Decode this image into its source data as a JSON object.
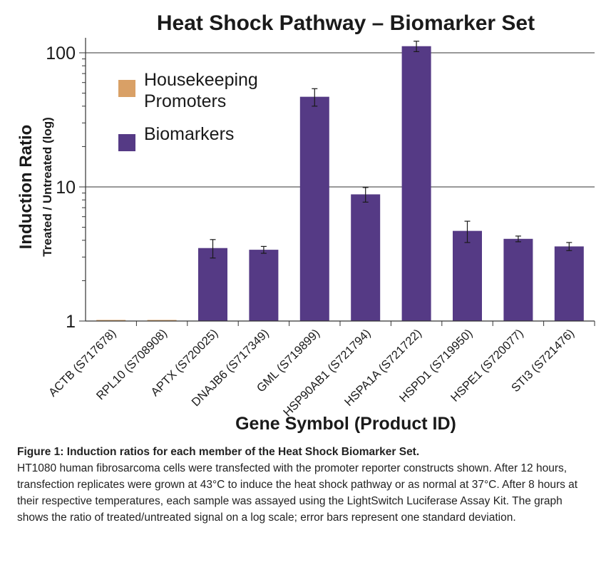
{
  "chart_data": {
    "type": "bar",
    "title": "Heat Shock Pathway – Biomarker Set",
    "xlabel": "Gene Symbol (Product ID)",
    "ylabel": "Induction Ratio",
    "ylabel_sub": "Treated / Untreated (log)",
    "yscale": "log",
    "ylim": [
      1,
      120
    ],
    "yticks": [
      1,
      10,
      100
    ],
    "ytick_labels": [
      "1",
      "10",
      "100"
    ],
    "grid": "horizontal at 10 and 100",
    "legend_position": "top-left",
    "legend": [
      {
        "label_lines": [
          "Housekeeping",
          "Promoters"
        ],
        "color": "#d9a066"
      },
      {
        "label_lines": [
          "Biomarkers"
        ],
        "color": "#553a85"
      }
    ],
    "categories": [
      "ACTB (S717678)",
      "RPL10 (S708908)",
      "APTX (S720025)",
      "DNAJB6 (S717349)",
      "GML (S719899)",
      "HSP90AB1  (S721794)",
      "HSPA1A (S721722)",
      "HSPD1 (S719950)",
      "HSPE1 (S720077)",
      "STI3 (S721476)"
    ],
    "series": [
      {
        "name": "Housekeeping Promoters",
        "color": "#d9a066",
        "values": [
          1.0,
          1.0,
          null,
          null,
          null,
          null,
          null,
          null,
          null,
          null
        ],
        "error": [
          null,
          null,
          null,
          null,
          null,
          null,
          null,
          null,
          null,
          null
        ]
      },
      {
        "name": "Biomarkers",
        "color": "#553a85",
        "values": [
          null,
          null,
          3.5,
          3.4,
          47,
          8.8,
          112,
          4.7,
          4.1,
          3.6
        ],
        "error": [
          null,
          null,
          0.55,
          0.2,
          7,
          1.1,
          10,
          0.85,
          0.2,
          0.25
        ]
      }
    ]
  },
  "caption": {
    "title": "Figure 1:  Induction ratios for each member of the Heat Shock Biomarker Set.",
    "body": "HT1080 human fibrosarcoma cells were transfected with the promoter reporter constructs shown. After 12 hours, transfection replicates were grown at 43°C to induce the heat shock pathway or as normal at 37°C. After 8 hours at their respective temperatures, each sample was assayed using the LightSwitch Luciferase Assay Kit. The graph shows the ratio of treated/untreated signal on a log scale; error bars represent one standard deviation."
  }
}
